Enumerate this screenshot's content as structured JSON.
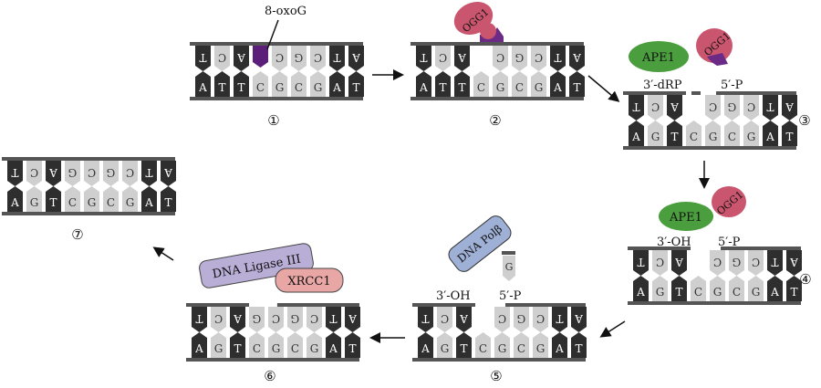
{
  "labels": {
    "oxo": "8-oxoG",
    "ogg1": "OGG1",
    "ape1": "APE1",
    "drp3": "3′-dRP",
    "p5": "5′-P",
    "oh3": "3′-OH",
    "polb": "DNA Polβ",
    "ligase": "DNA Ligase III",
    "xrcc1": "XRCC1",
    "polb_base": "G"
  },
  "steps": [
    {
      "id": 1,
      "label": "①",
      "top": [
        "T",
        "C",
        "A",
        "",
        "C",
        "G",
        "C",
        "T",
        "A"
      ],
      "bottom": [
        "A",
        "T",
        "T",
        "C",
        "G",
        "C",
        "G",
        "A",
        "T"
      ],
      "lesion": 3
    },
    {
      "id": 2,
      "label": "②",
      "top": [
        "T",
        "C",
        "A",
        "",
        "C",
        "G",
        "C",
        "T",
        "A"
      ],
      "bottom": [
        "A",
        "T",
        "T",
        "C",
        "G",
        "C",
        "G",
        "A",
        "T"
      ]
    },
    {
      "id": 3,
      "label": "③",
      "top": [
        "T",
        "C",
        "A",
        "",
        "C",
        "G",
        "C",
        "T",
        "A"
      ],
      "bottom": [
        "A",
        "G",
        "T",
        "C",
        "G",
        "C",
        "G",
        "A",
        "T"
      ]
    },
    {
      "id": 4,
      "label": "④",
      "top": [
        "T",
        "C",
        "A",
        "",
        "C",
        "G",
        "C",
        "T",
        "A"
      ],
      "bottom": [
        "A",
        "G",
        "T",
        "C",
        "G",
        "C",
        "G",
        "A",
        "T"
      ]
    },
    {
      "id": 5,
      "label": "⑤",
      "top": [
        "T",
        "C",
        "A",
        "",
        "C",
        "G",
        "C",
        "T",
        "A"
      ],
      "bottom": [
        "A",
        "G",
        "T",
        "C",
        "G",
        "C",
        "G",
        "A",
        "T"
      ]
    },
    {
      "id": 6,
      "label": "⑥",
      "top": [
        "T",
        "C",
        "A",
        "G",
        "C",
        "G",
        "C",
        "T",
        "A"
      ],
      "bottom": [
        "A",
        "G",
        "T",
        "C",
        "G",
        "C",
        "G",
        "A",
        "T"
      ]
    },
    {
      "id": 7,
      "label": "⑦",
      "top": [
        "T",
        "C",
        "A",
        "G",
        "C",
        "G",
        "C",
        "T",
        "A"
      ],
      "bottom": [
        "A",
        "G",
        "T",
        "C",
        "G",
        "C",
        "G",
        "A",
        "T"
      ]
    }
  ],
  "colors": {
    "strand": "#555555",
    "purine_dark": "#2e2e2e",
    "pyrimidine_light": "#cfcfcf",
    "lesion": "#5b1f7a",
    "ogg1_fill": "#c9556e",
    "ape1_fill": "#4a9e3d",
    "polb_fill": "#9fb0d6",
    "ligase_fill": "#b9aed6",
    "xrcc1_fill": "#e8a6a4"
  }
}
